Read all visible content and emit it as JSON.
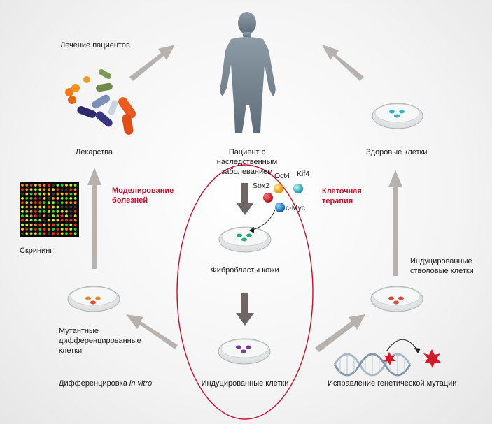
{
  "labels": {
    "treatment": "Лечение пациентов",
    "drugs": "Лекарства",
    "patient_line1": "Пациент с наследственным",
    "patient_line2": "заболеванием",
    "healthy_cells": "Здоровые клетки",
    "disease_modeling_line1": "Моделирование",
    "disease_modeling_line2": "болезней",
    "cell_therapy_line1": "Клеточная",
    "cell_therapy_line2": "терапия",
    "screening": "Скрининг",
    "skin_fibroblasts": "Фибробласты кожи",
    "ipsc_line1": "Индуцированные",
    "ipsc_line2": "стволовые клетки",
    "mutant_line1": "Мутантные",
    "mutant_line2": "дифференцированные",
    "mutant_line3": "клетки",
    "diff_prefix": "Дифференцировка ",
    "diff_italic": "in vitro",
    "induced_cells": "Индуцированные клетки",
    "correction": "Исправление генетической мутации"
  },
  "factors": {
    "sox2": "Sox2",
    "oct4": "Oct4",
    "kif4": "Kif4",
    "cmyc": "c-Myc"
  },
  "colors": {
    "accent_red": "#c8102e",
    "arrow_gray": "#b8b2ae",
    "dish_cells_teal": "#2bb3c0",
    "fibroblast_cells": "#2aa87a",
    "induced_cells_purple": "#7a3d9a",
    "mutant_cells_orange": "#e68a1c",
    "ipsc_cells_red": "#e0453a",
    "sox2": "#d7182a",
    "oct4": "#f2a20c",
    "kif4": "#1e8fd0",
    "cmyc": "#1c5fb8"
  }
}
